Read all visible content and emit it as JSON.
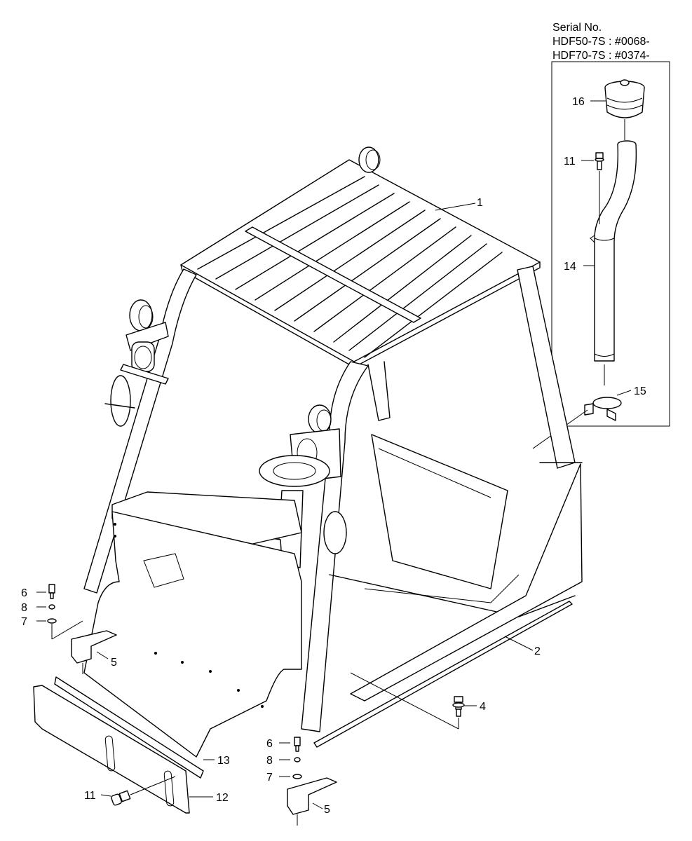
{
  "serial": {
    "title": "Serial No.",
    "line1": "HDF50-7S : #0068-",
    "line2": "HDF70-7S : #0374-"
  },
  "callouts": {
    "p1": "1",
    "p2": "2",
    "p4": "4",
    "p5a": "5",
    "p5b": "5",
    "p6a": "6",
    "p6b": "6",
    "p7a": "7",
    "p7b": "7",
    "p8a": "8",
    "p8b": "8",
    "p11a": "11",
    "p11b": "11",
    "p12": "12",
    "p13": "13",
    "p14": "14",
    "p15": "15",
    "p16": "16"
  }
}
